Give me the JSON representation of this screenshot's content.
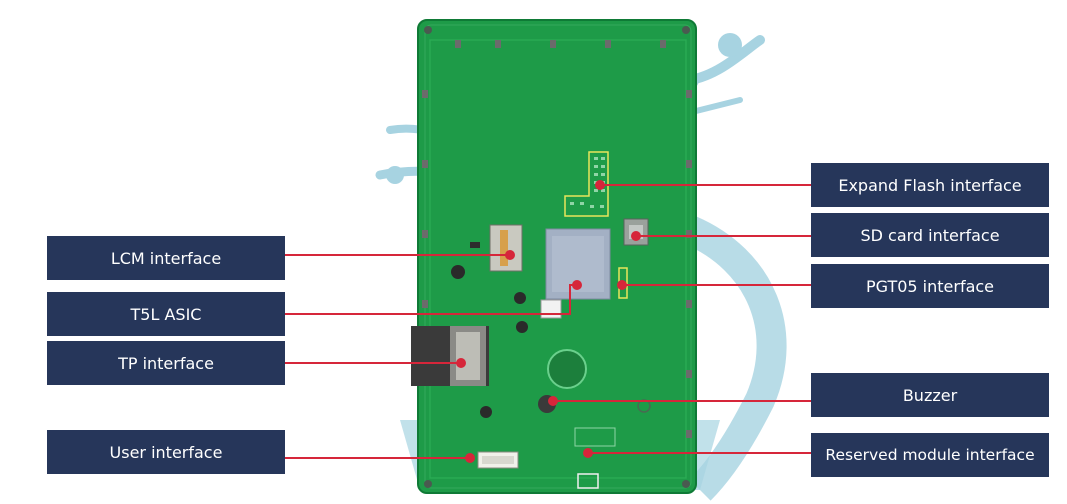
{
  "labels": {
    "lcm": "LCM interface",
    "t5l": "T5L ASIC",
    "tp": "TP interface",
    "user": "User interface",
    "flash": "Expand Flash interface",
    "sd": "SD card interface",
    "pgt": "PGT05 interface",
    "buzzer": "Buzzer",
    "reserved": "Reserved module interface"
  },
  "colors": {
    "board": "#1f9e4a",
    "board_edge": "#0f7a36",
    "label_bg": "#26365a",
    "leader_line": "#d6263a",
    "background_graphic": "#5fb0c9",
    "highlight": "#e8e65a"
  }
}
